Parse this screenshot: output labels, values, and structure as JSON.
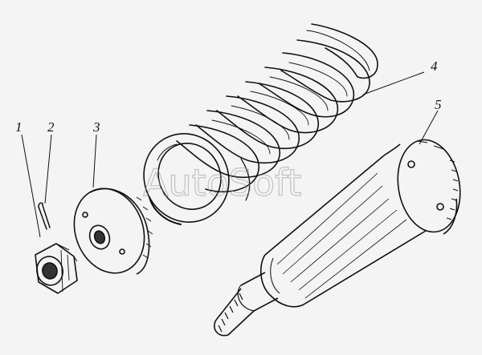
{
  "figure": {
    "watermark": "AutoSoft",
    "callouts": [
      {
        "id": "1",
        "part": "nut"
      },
      {
        "id": "2",
        "part": "cotter-pin"
      },
      {
        "id": "3",
        "part": "washer"
      },
      {
        "id": "4",
        "part": "coil-spring"
      },
      {
        "id": "5",
        "part": "shaft-with-flange"
      }
    ]
  },
  "colors": {
    "ink": "#111111",
    "background": "#f4f4f4",
    "watermark": "#9a9a9a"
  }
}
